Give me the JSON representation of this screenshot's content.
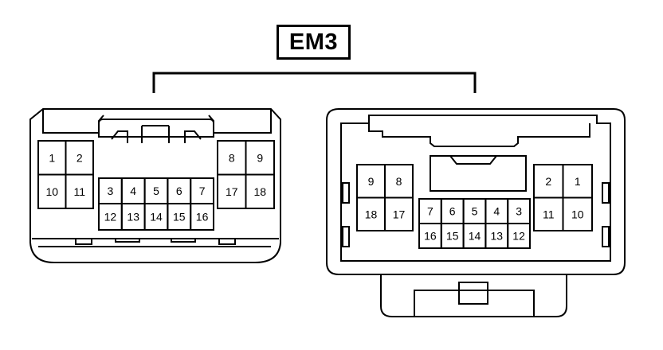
{
  "title": "EM3",
  "left_connector": {
    "top_left_pins": [
      "1",
      "2",
      "10",
      "11"
    ],
    "center_pins_top": [
      "3",
      "4",
      "5",
      "6",
      "7"
    ],
    "center_pins_bottom": [
      "12",
      "13",
      "14",
      "15",
      "16"
    ],
    "top_right_pins": [
      "8",
      "9",
      "17",
      "18"
    ]
  },
  "right_connector": {
    "left_pins": [
      "9",
      "8",
      "18",
      "17"
    ],
    "center_pins_top": [
      "7",
      "6",
      "5",
      "4",
      "3"
    ],
    "center_pins_bottom": [
      "16",
      "15",
      "14",
      "13",
      "12"
    ],
    "right_pins": [
      "2",
      "1",
      "11",
      "10"
    ]
  }
}
